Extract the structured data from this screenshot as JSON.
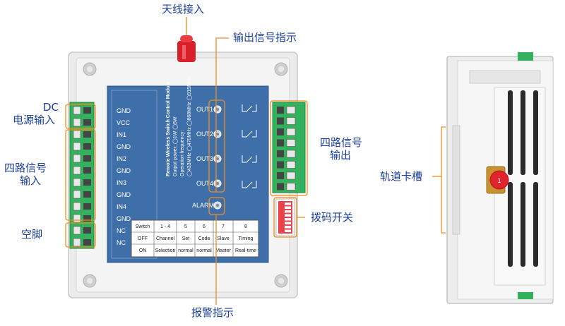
{
  "callouts": {
    "antenna": "天线接入",
    "output_indicator": "输出信号指示",
    "dc_line1": "DC",
    "dc_line2": "电源输入",
    "input_line1": "四路信号",
    "input_line2": "输入",
    "nc": "空脚",
    "output_line1": "四路信号",
    "output_line2": "输出",
    "dip": "拨码开关",
    "alarm": "报警指示",
    "rail": "轨道卡槽"
  },
  "terminals": [
    "GND",
    "VCC",
    "IN1",
    "GND",
    "IN2",
    "GND",
    "IN3",
    "GND",
    "IN4",
    "GND",
    "NC",
    "NC"
  ],
  "module": {
    "name": "Remote Wireless Switch Control Module",
    "output_power": "Output power: ◯1W ◯5W",
    "operation_frequency": "Operation frequency:",
    "freq_row": "◯433MHz ◯470MHz ◯868MHz ◯915MHz",
    "outputs": [
      "OUT1",
      "OUT2",
      "OUT3",
      "OUT4"
    ],
    "alarm": "ALARM"
  },
  "dip_table": {
    "header": [
      "Switch",
      "1 - 4",
      "5",
      "6",
      "7",
      "8"
    ],
    "row1": [
      "OFF",
      "Channel",
      "Set",
      "Code",
      "Slave",
      "Timing"
    ],
    "row2": [
      "ON",
      "Selection",
      "normal",
      "normal",
      "Master",
      "Real-time"
    ]
  },
  "side_cap": "1",
  "colors": {
    "callout": "#1b3f9a",
    "leader": "#f08c1e",
    "panel": "#3f6fa8",
    "terminal": "#2fae5a",
    "antenna": "#e0242c",
    "dip": "#e8424c"
  }
}
